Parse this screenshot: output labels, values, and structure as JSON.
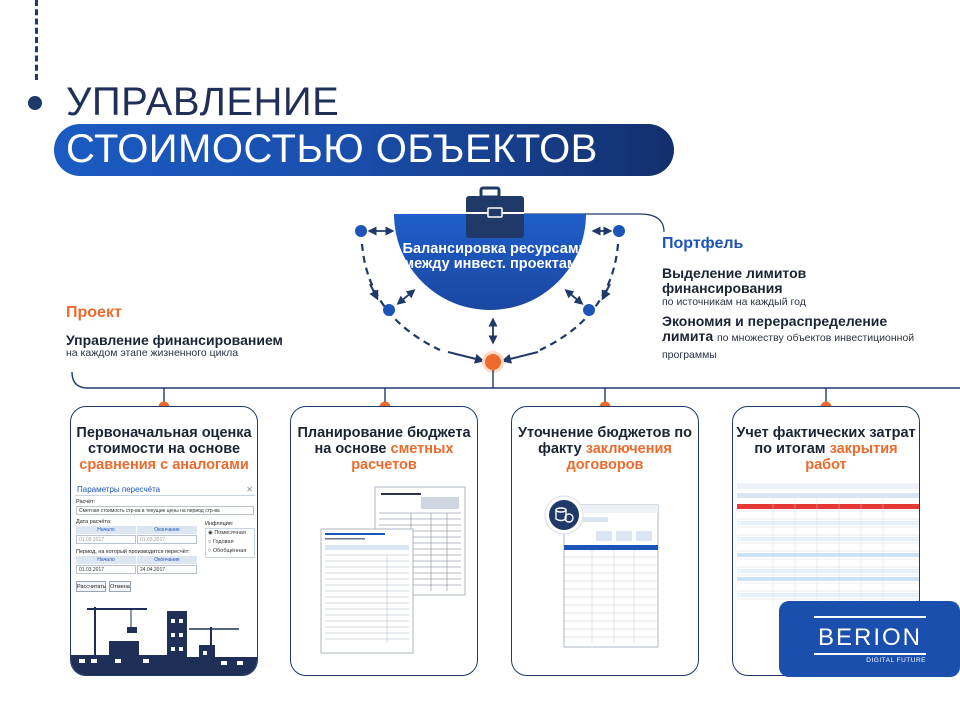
{
  "title": {
    "line1": "УПРАВЛЕНИЕ",
    "line2": "СТОИМОСТЬЮ ОБЪЕКТОВ"
  },
  "center": {
    "icon": "briefcase-icon",
    "text": "Балансировка ресурсами между инвест. проектами"
  },
  "portfolio": {
    "title": "Портфель",
    "item1_heading": "Выделение лимитов финансирования",
    "item1_sub": "по источникам на каждый год",
    "item2_heading": "Экономия и перераспределение лимита",
    "item2_sub": "по множеству объектов инвестиционной программы"
  },
  "project": {
    "title": "Проект",
    "heading": "Управление финансированием",
    "sub": "на каждом этапе жизненного цикла"
  },
  "cards": [
    {
      "title_main": "Первоначальная оценка стоимости на основе",
      "title_highlight": "сравнения с аналогами"
    },
    {
      "title_main": "Планирование бюджета на основе",
      "title_highlight": "сметных расчетов"
    },
    {
      "title_main": "Уточнение бюджетов по факту",
      "title_highlight": "заключения договоров"
    },
    {
      "title_main": "Учет фактических затрат по итогам",
      "title_highlight": "закрытия работ"
    }
  ],
  "dialog": {
    "title": "Параметры пересчёта",
    "calc_label": "Расчёт:",
    "calc_value": "Сметная стоимость стр-ва в текущие цены на период стр-ва",
    "calc_date_label": "Дата расчёта:",
    "start_header": "Начало",
    "end_header": "Окончание",
    "start_value": "01.03.2017",
    "end_value": "01.03.2017",
    "inflation_label": "Инфляция:",
    "radio_monthly": "Помесячная",
    "radio_yearly": "Годовая",
    "radio_summary": "Обобщённая",
    "period_label": "Период, на который производится пересчёт:",
    "period_start": "01.03.2017",
    "period_end": "24.04.2017",
    "btn_calc": "Рассчитать",
    "btn_cancel": "Отмена"
  },
  "logo": {
    "name": "BERION",
    "tagline": "DIGITAL FUTURE"
  },
  "colors": {
    "navy": "#1f3a68",
    "blue": "#1c54b8",
    "orange": "#ec6a2c"
  }
}
